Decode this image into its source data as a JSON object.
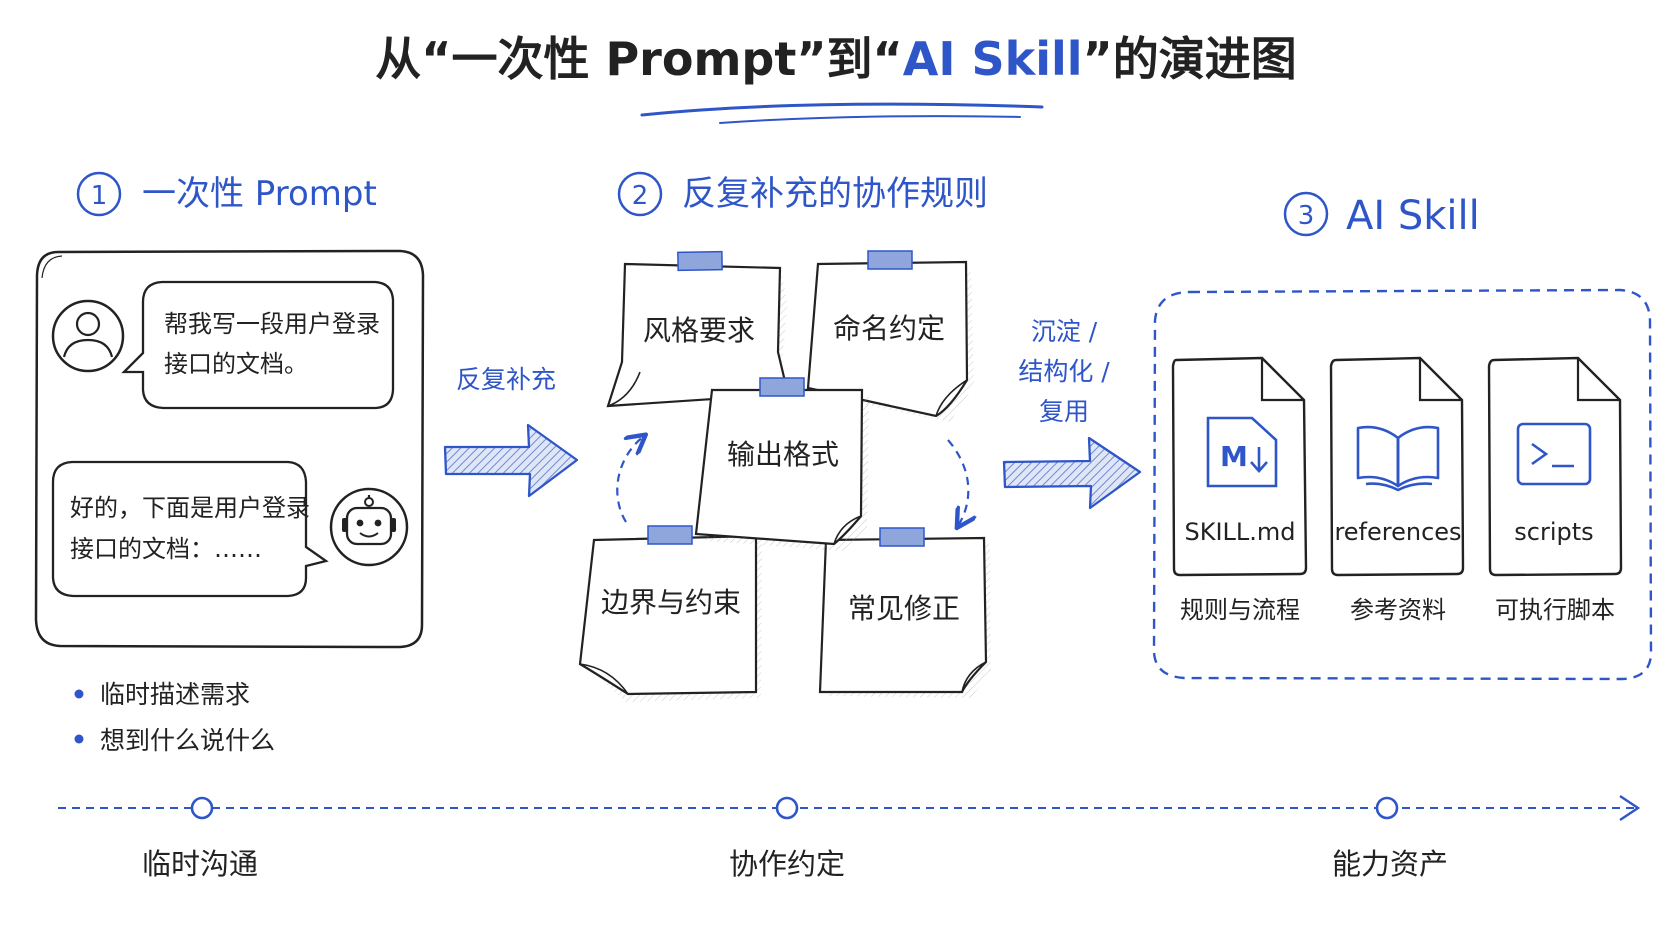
{
  "title": {
    "part1": "从“一次性 Prompt”到“",
    "highlight": "AI Skill",
    "part2": "”的演进图"
  },
  "colors": {
    "ink": "#222222",
    "accent": "#2f56c8",
    "tape": "#8fa6dd",
    "hatch": "#9aa9d8"
  },
  "stage1": {
    "number": "1",
    "label": "一次性 Prompt",
    "user_icon": "user-icon",
    "bot_icon": "robot-icon",
    "user_msg_line1": "帮我写一段用户登录",
    "user_msg_line2": "接口的文档。",
    "bot_msg_line1": "好的，下面是用户登录",
    "bot_msg_line2": "接口的文档：……",
    "bullets": [
      "临时描述需求",
      "想到什么说什么"
    ]
  },
  "arrow1_label": "反复补充",
  "stage2": {
    "number": "2",
    "label": "反复补充的协作规则",
    "notes": [
      "风格要求",
      "命名约定",
      "输出格式",
      "边界与约束",
      "常见修正"
    ]
  },
  "arrow2_label": {
    "line1": "沉淀 /",
    "line2": "结构化 /",
    "line3": "复用"
  },
  "stage3": {
    "number": "3",
    "label": "AI Skill",
    "files": [
      {
        "name": "SKILL.md",
        "caption": "规则与流程",
        "icon": "markdown-icon"
      },
      {
        "name": "references",
        "caption": "参考资料",
        "icon": "book-icon"
      },
      {
        "name": "scripts",
        "caption": "可执行脚本",
        "icon": "terminal-icon"
      }
    ]
  },
  "timeline": [
    "临时沟通",
    "协作约定",
    "能力资产"
  ]
}
